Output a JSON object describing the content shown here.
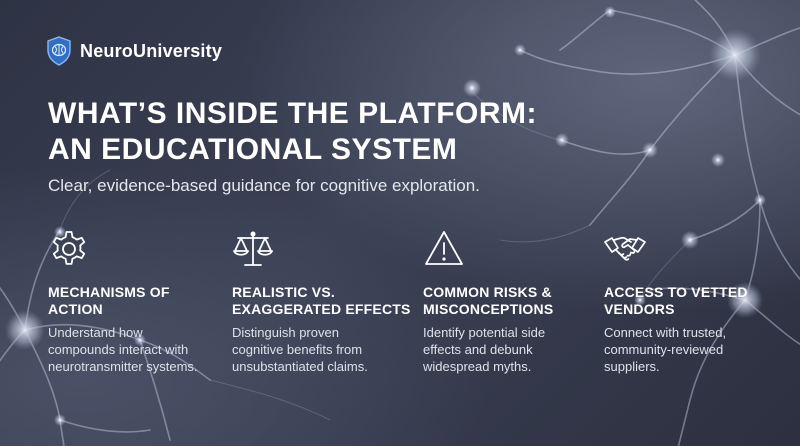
{
  "brand": {
    "name": "NeuroUniversity"
  },
  "headline": {
    "line1": "WHAT’S INSIDE THE PLATFORM:",
    "line2": "AN EDUCATIONAL SYSTEM"
  },
  "subtitle": "Clear, evidence-based guidance for cognitive exploration.",
  "features": [
    {
      "icon": "gear-icon",
      "title_line1": "MECHANISMS OF",
      "title_line2": "ACTION",
      "desc_line1": "Understand how",
      "desc_line2": "compounds interact with",
      "desc_line3": "neurotransmitter systems."
    },
    {
      "icon": "scales-icon",
      "title_line1": "REALISTIC VS.",
      "title_line2": "EXAGGERATED EFFECTS",
      "desc_line1": "Distinguish proven",
      "desc_line2": "cognitive benefits from",
      "desc_line3": "unsubstantiated claims."
    },
    {
      "icon": "warning-icon",
      "title_line1": "COMMON RISKS &",
      "title_line2": "MISCONCEPTIONS",
      "desc_line1": "Identify potential side",
      "desc_line2": "effects and debunk",
      "desc_line3": "widespread myths."
    },
    {
      "icon": "handshake-icon",
      "title_line1": "ACCESS TO VETTED",
      "title_line2": "VENDORS",
      "desc_line1": "Connect with trusted,",
      "desc_line2": "community-reviewed",
      "desc_line3": "suppliers."
    }
  ],
  "colors": {
    "background": "#343a4b",
    "text": "#ffffff",
    "brand_shield": "#3d7fd6",
    "neuron_glow": "#cfd8f0"
  }
}
